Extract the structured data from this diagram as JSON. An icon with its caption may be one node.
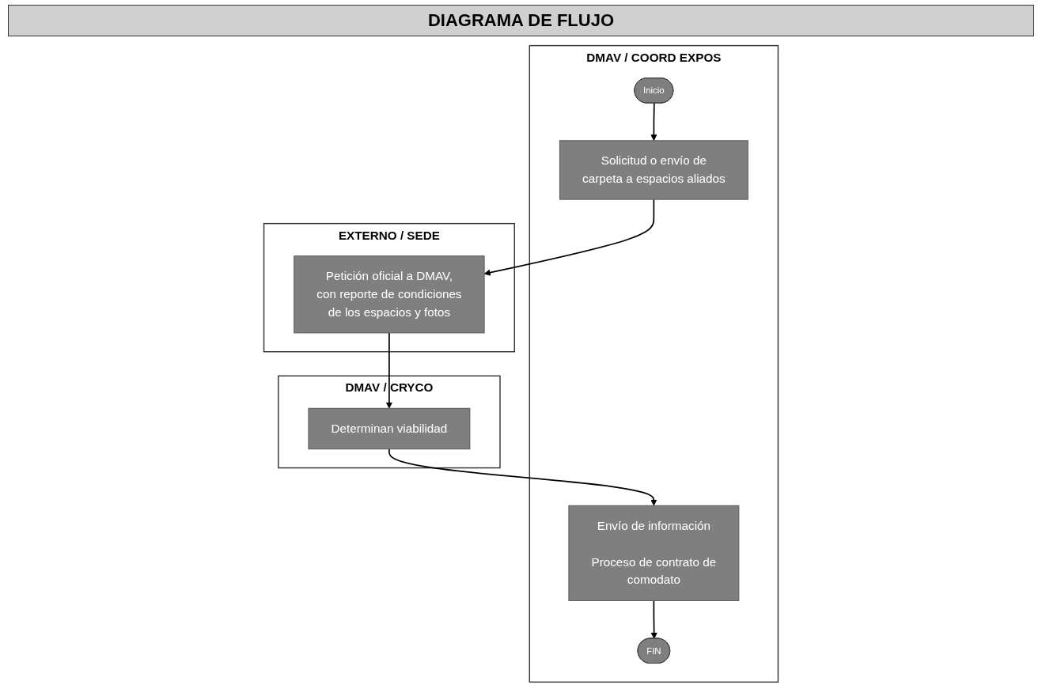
{
  "diagram": {
    "title": "DIAGRAMA DE FLUJO",
    "nodes": [
      {
        "text": [
          "DMAV / COORD EXPOS"
        ]
      },
      {
        "text": [
          "EXTERNO / SEDE"
        ]
      },
      {
        "text": [
          "DMAV / CRYCO"
        ]
      },
      {
        "text": [
          "Inicio"
        ],
        "in": 0
      },
      {
        "text": [
          "Solicitud o envío de carpeta a espacios aliados"
        ],
        "in": 0
      },
      {
        "text": [
          "Petición oficial a DMAV, con reporte de condiciones de los espacios y fotos"
        ],
        "in": 1
      },
      {
        "text": [
          "Determinan viabilidad"
        ],
        "in": 2
      },
      {
        "text": [
          "Envío de información",
          "Proceso de contrato de comodato"
        ],
        "in": 0
      },
      {
        "text": [
          "FIN"
        ],
        "in": 0
      }
    ],
    "edges": [
      {
        "from": 3,
        "to": 4,
        "arrow": "to"
      },
      {
        "from": 4,
        "to": 5,
        "arrow": "to"
      },
      {
        "from": 5,
        "to": 6,
        "arrow": "to"
      },
      {
        "from": 6,
        "to": 7,
        "arrow": "to"
      },
      {
        "from": 7,
        "to": 8,
        "arrow": "to"
      }
    ]
  }
}
